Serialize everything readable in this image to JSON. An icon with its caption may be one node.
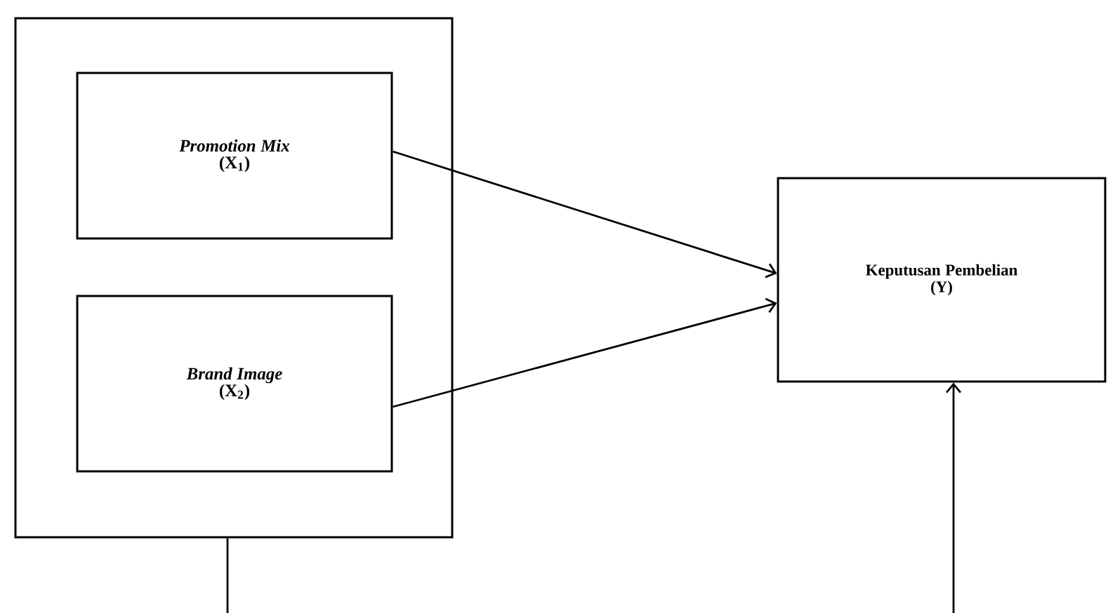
{
  "diagram": {
    "nodes": [
      {
        "text": [],
        "shape": "box"
      },
      {
        "text": [
          "Promotion Mix",
          "(X$_{1}$)"
        ],
        "in": 0
      },
      {
        "text": [
          "Brand Image",
          "(X$_{2}$)"
        ],
        "in": 0
      },
      {
        "text": [
          "Keputusan Pembelian",
          "(Y)"
        ]
      }
    ],
    "edges": [
      {
        "from": 1,
        "to": 3,
        "arrow": "to"
      },
      {
        "from": 2,
        "to": 3,
        "arrow": "to"
      },
      {
        "from": 0,
        "to": null,
        "arrow": "none"
      },
      {
        "from": null,
        "to": 3,
        "arrow": "to"
      }
    ]
  }
}
